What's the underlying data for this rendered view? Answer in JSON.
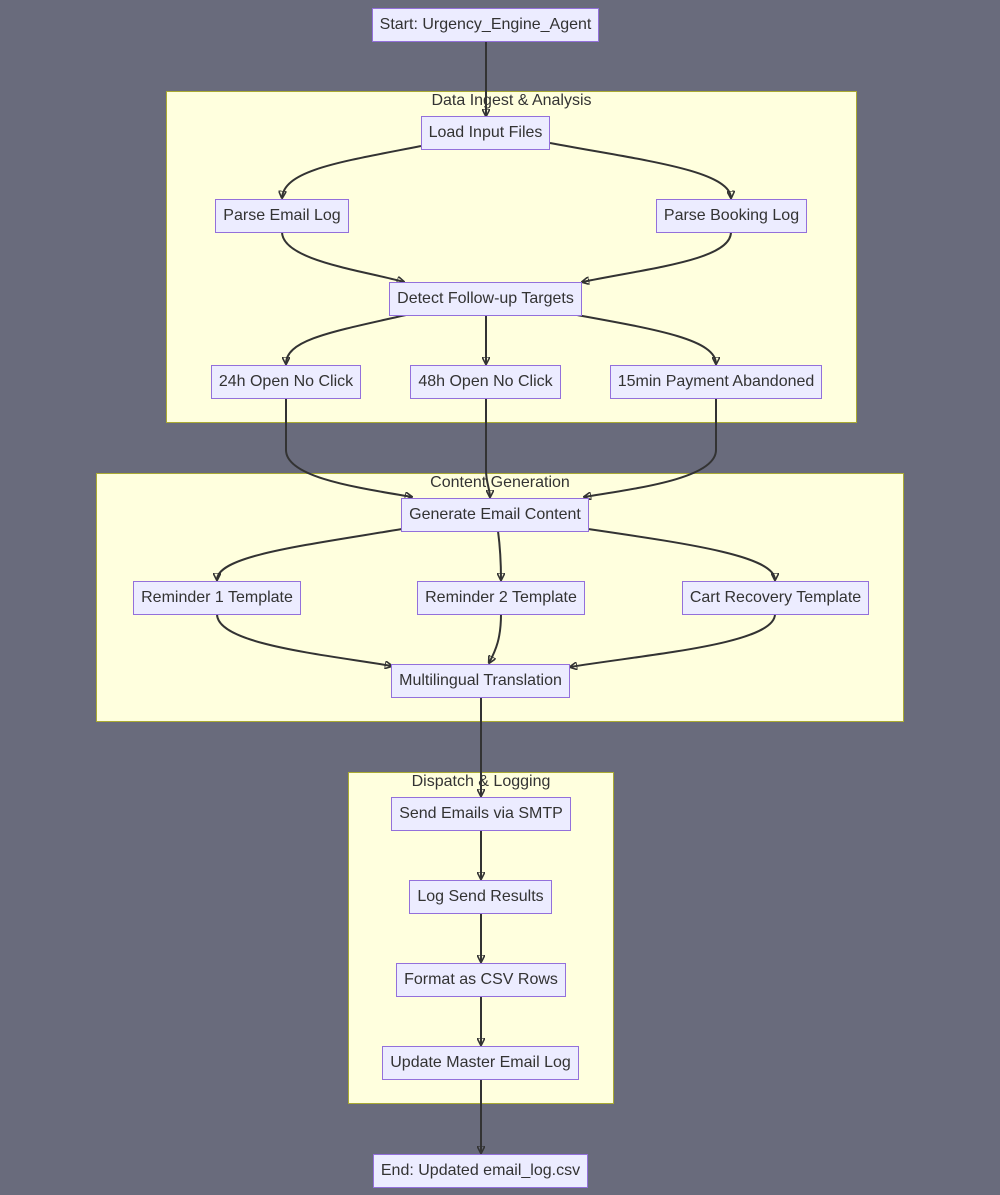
{
  "clusters": {
    "ingest": "Data Ingest & Analysis",
    "content": "Content Generation",
    "dispatch": "Dispatch & Logging"
  },
  "nodes": {
    "start": "Start: Urgency_Engine_Agent",
    "load": "Load Input Files",
    "parse_email": "Parse Email Log",
    "parse_booking": "Parse Booking Log",
    "detect": "Detect Follow-up Targets",
    "open24": "24h Open No Click",
    "open48": "48h Open No Click",
    "pay15": "15min Payment Abandoned",
    "generate": "Generate Email Content",
    "rem1": "Reminder 1 Template",
    "rem2": "Reminder 2 Template",
    "cart": "Cart Recovery Template",
    "translate": "Multilingual Translation",
    "smtp": "Send Emails via SMTP",
    "log_results": "Log Send Results",
    "csv": "Format as CSV Rows",
    "update_log": "Update Master Email Log",
    "end": "End: Updated email_log.csv"
  },
  "colors": {
    "background": "#696b7c",
    "cluster_fill": "#ffffde",
    "cluster_border": "#aaaa33",
    "node_fill": "#ececff",
    "node_border": "#9370db",
    "edge": "#333333"
  }
}
